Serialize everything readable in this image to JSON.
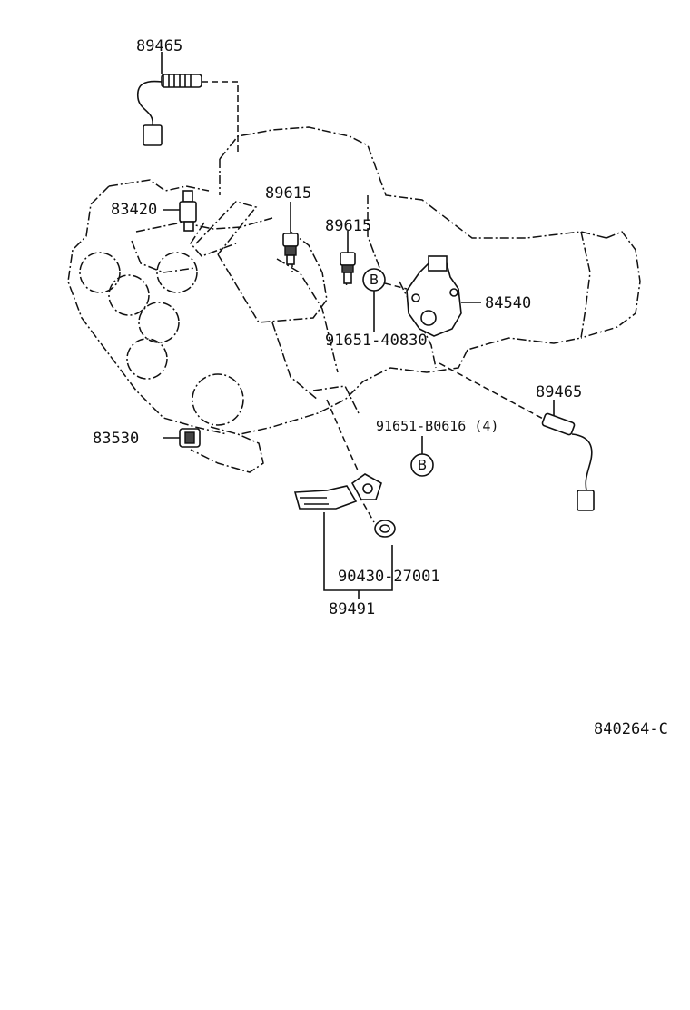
{
  "labels": {
    "p89465_top": "89465",
    "p83420": "83420",
    "p89615_a": "89615",
    "p89615_b": "89615",
    "p84540": "84540",
    "p91651_40830": "91651-40830",
    "p89465_right": "89465",
    "p91651_b0616": "91651-B0616 (4)",
    "p83530": "83530",
    "p90430_27001": "90430-27001",
    "p89491": "89491",
    "drawing_id": "840264-C"
  },
  "callouts": {
    "b_upper": "B",
    "b_lower": "B"
  }
}
